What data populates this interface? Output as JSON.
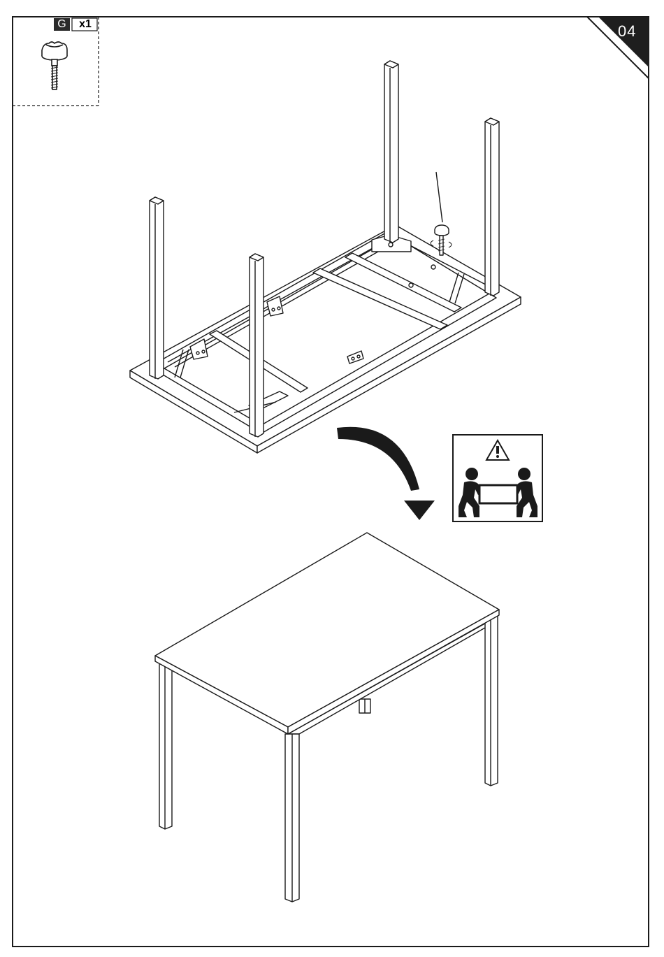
{
  "step": {
    "number": "04"
  },
  "part": {
    "letter": "G",
    "quantity": "x1",
    "icon": "knob-screw-icon"
  },
  "instruction": {
    "flip_arrow_icon": "curved-arrow-down-icon",
    "warning_icon": "two-person-lift-warning-icon"
  },
  "colors": {
    "ink": "#1a1a1a",
    "badge": "#2a2a2a",
    "paper": "#ffffff"
  }
}
